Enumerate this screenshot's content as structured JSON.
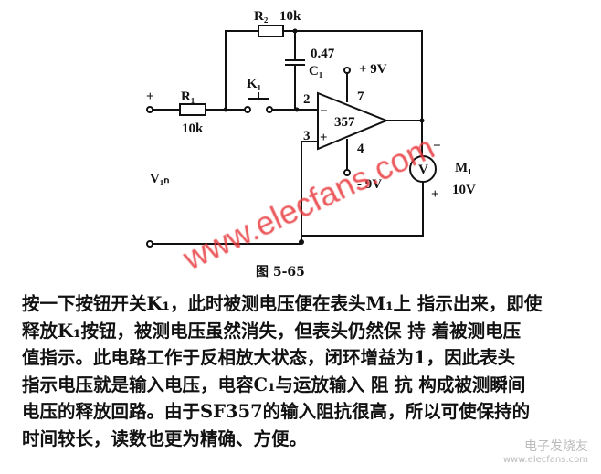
{
  "diagram": {
    "labels": {
      "r1": "R₁",
      "r1_value": "10k",
      "r2": "R₂",
      "r2_value": "10k",
      "c1_value": "0.47",
      "c1": "C₁",
      "k1": "K₁",
      "opamp": "357",
      "pin2": "2",
      "pin3": "3",
      "pin7": "7",
      "pin4": "4",
      "pin2_sign": "−",
      "pin3_sign": "+",
      "vplus": "+ 9V",
      "vminus": "- 9V",
      "vin_plus": "+",
      "vin": "V₁ₙ",
      "meter": "V",
      "m1": "M₁",
      "m1_value": "10V",
      "meter_minus": "−",
      "meter_plus": "+"
    },
    "caption": "图 5-65",
    "watermark": "www.elecfans.com"
  },
  "text": {
    "lines": [
      "按一下按钮开关K₁，此时被测电压便在表头M₁上 指示出来，即使",
      "释放K₁按钮，被测电压虽然消失，但表头仍然保 持 着被测电压",
      "值指示。此电路工作于反相放大状态，闭环增益为1，因此表头",
      "指示电压就是输入电压，电容C₁与运放输入 阻 抗 构成被测瞬间",
      "电压的释放回路。由于SF357的输入阻抗很高，所以可使保持的",
      "时间较长，读数也更为精确、方便。"
    ]
  },
  "logo": {
    "name": "电子发烧友",
    "url_text": "www.elecfans.com"
  }
}
